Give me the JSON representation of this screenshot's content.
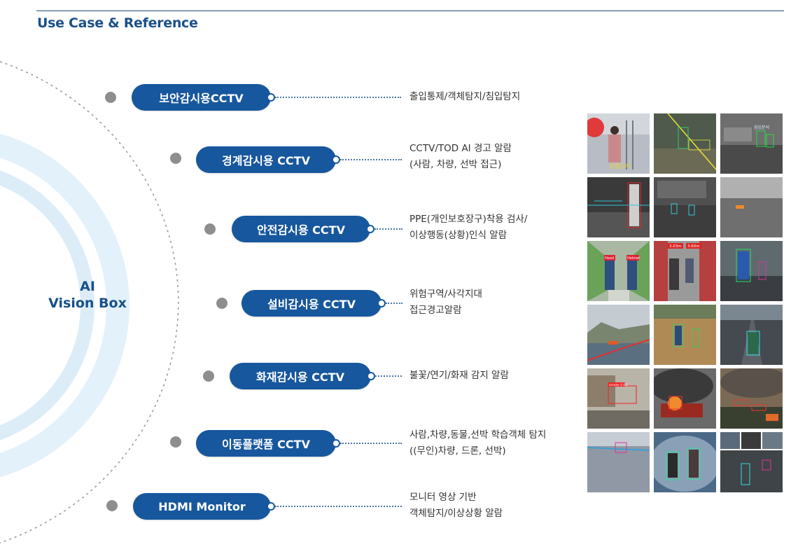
{
  "header": {
    "title": "Use Case & Reference"
  },
  "hub": {
    "line1": "AI",
    "line2": "Vision Box"
  },
  "use_cases": [
    {
      "label": "보안감시용CCTV",
      "desc": [
        "출입통제/객체탐지/침입탐지"
      ]
    },
    {
      "label": "경계감시용 CCTV",
      "desc": [
        "CCTV/TOD AI 경고 알람",
        "(사람, 차량, 선박 접근)"
      ]
    },
    {
      "label": "안전감시용 CCTV",
      "desc": [
        "PPE(개인보호장구)착용 검사/",
        "이상행동(상황)인식 알람"
      ]
    },
    {
      "label": "설비감시용 CCTV",
      "desc": [
        "위험구역/사각지대",
        "접근경고알람"
      ]
    },
    {
      "label": "화재감시용 CCTV",
      "desc": [
        "불꽃/연기/화재 감지 알람"
      ]
    },
    {
      "label": "이동플랫폼 CCTV",
      "desc": [
        "사람,차량,동물,선박 학습객체 탐지",
        "((무인)차량, 드론, 선박)"
      ]
    },
    {
      "label": "HDMI Monitor",
      "desc": [
        "모니터 영상 기반",
        "객체탐지/이상상황 알람"
      ]
    }
  ],
  "reference_images": {
    "tile_labels": {
      "r0c0": "침입감지",
      "r0c2": "침입분석",
      "r2c0a": "Head",
      "r2c0b": "Helmet",
      "r2c1a": "3.03m",
      "r2c1b": "3.60m",
      "r4c0": "smoke 0.63"
    }
  },
  "colors": {
    "brand": "#17579d",
    "title": "#1a5189",
    "hub_ring": "#d8ebf7"
  }
}
